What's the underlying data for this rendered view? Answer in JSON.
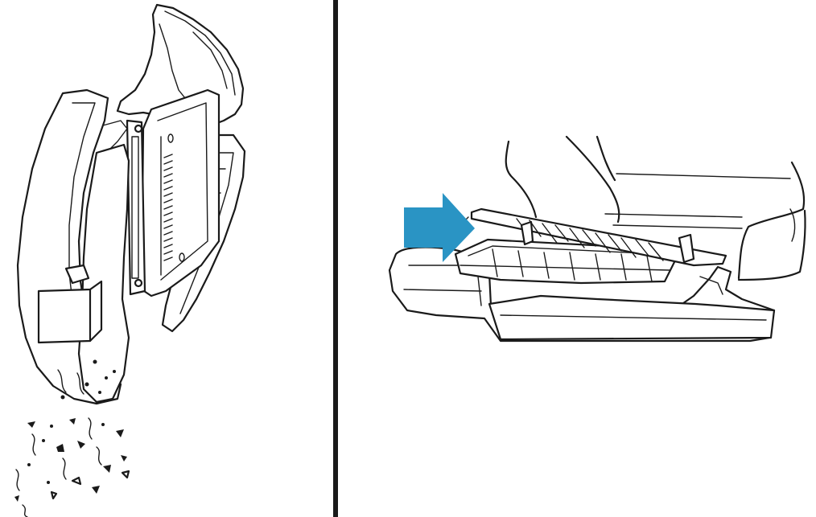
{
  "figure": {
    "panels": [
      {
        "step": "empty-dust-bin",
        "icon": "dust-bin-open-icon"
      },
      {
        "step": "insert-filter",
        "icon": "filter-insert-icon"
      }
    ],
    "colors": {
      "line": "#1a1a1a",
      "background": "#ffffff",
      "arrow": "#2a94c4"
    },
    "arrow_direction": "right"
  }
}
